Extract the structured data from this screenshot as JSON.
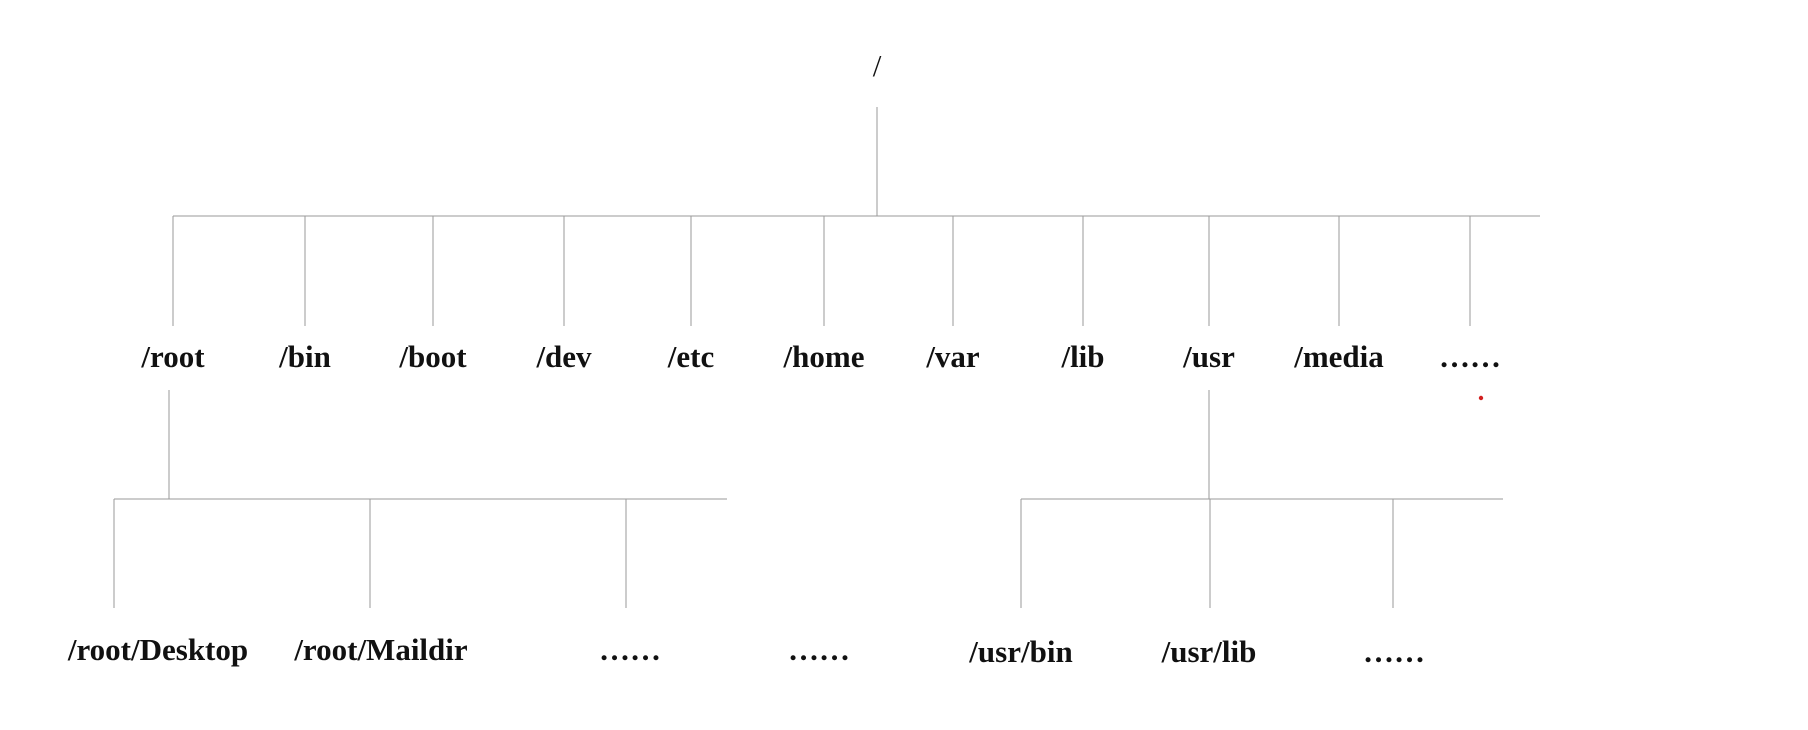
{
  "tree": {
    "root": {
      "label": "/"
    },
    "top_level": [
      "/root",
      "/bin",
      "/boot",
      "/dev",
      "/etc",
      "/home",
      "/var",
      "/lib",
      "/usr",
      "/media",
      "……"
    ],
    "root_children": [
      "/root/Desktop",
      "/root/Maildir",
      "……",
      "……"
    ],
    "usr_children": [
      "/usr/bin",
      "/usr/lib",
      "……"
    ]
  },
  "colors": {
    "line": "#9a9a9a",
    "text": "#111111",
    "mark": "#d22020"
  }
}
